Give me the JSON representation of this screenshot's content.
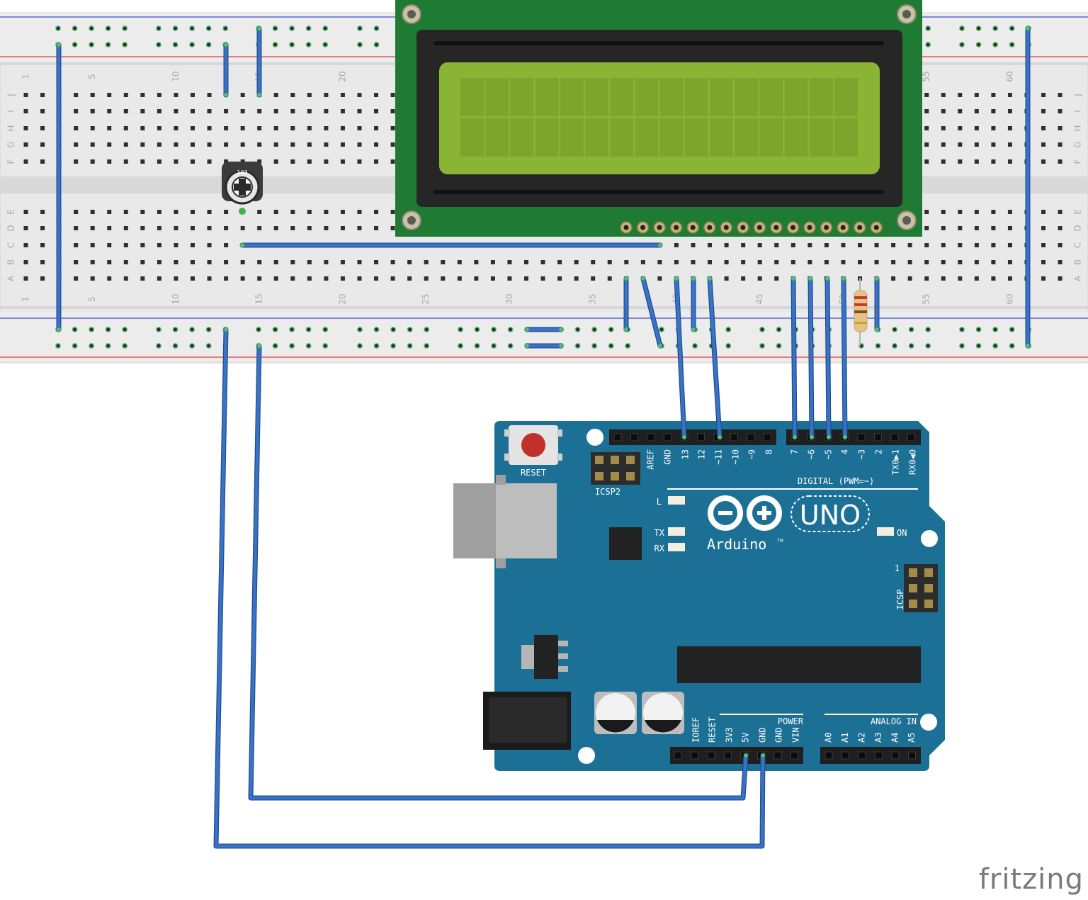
{
  "watermark": "fritzing",
  "breadboard": {
    "row_letters_top": [
      "J",
      "I",
      "H",
      "G",
      "F"
    ],
    "row_letters_bottom": [
      "E",
      "D",
      "C",
      "B",
      "A"
    ],
    "column_numbers": [
      "1",
      "5",
      "10",
      "15",
      "20",
      "25",
      "30",
      "35",
      "40",
      "45",
      "50",
      "55",
      "60"
    ]
  },
  "potentiometer": {
    "marking": "103"
  },
  "arduino": {
    "reset_label": "RESET",
    "icsp2_label": "ICSP2",
    "icsp_label": "ICSP",
    "icsp_pin1": "1",
    "digital_header_label": "DIGITAL (PWM=~)",
    "digital_pins": [
      "AREF",
      "GND",
      "13",
      "12",
      "~11",
      "~10",
      "~9",
      "8",
      "7",
      "~6",
      "~5",
      "4",
      "~3",
      "2",
      "TX0▶1",
      "RX0◀0"
    ],
    "led_labels": {
      "l": "L",
      "tx": "TX",
      "rx": "RX",
      "on": "ON"
    },
    "logo_text": "Arduino",
    "tm": "TM",
    "model": "UNO",
    "power_label": "POWER",
    "power_pins": [
      "IOREF",
      "RESET",
      "3V3",
      "5V",
      "GND",
      "GND",
      "VIN"
    ],
    "analog_label": "ANALOG IN",
    "analog_pins": [
      "A0",
      "A1",
      "A2",
      "A3",
      "A4",
      "A5"
    ]
  },
  "colors": {
    "wire": "#3a72c4",
    "board": "#1d7095",
    "lcd_pcb": "#1f7a34",
    "lcd_screen": "#8ab534",
    "breadboard": "#e8e8e8",
    "rail_red": "#e23b3b",
    "rail_blue": "#3d4ec9"
  }
}
